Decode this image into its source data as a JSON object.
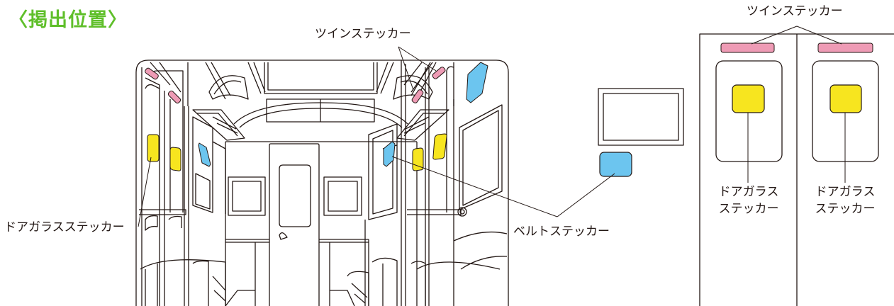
{
  "title": "〈掲出位置〉",
  "labels": {
    "twin_sticker_interior": "ツインステッカー",
    "twin_sticker_door": "ツインステッカー",
    "door_glass_sticker": "ドアガラスステッカー",
    "belt_sticker": "ベルトステッカー",
    "door_glass_left_line1": "ドアガラス",
    "door_glass_left_line2": "ステッカー",
    "door_glass_right_line1": "ドアガラス",
    "door_glass_right_line2": "ステッカー"
  },
  "colors": {
    "title": "#5fbf2a",
    "twin_sticker": "#ee9bb5",
    "door_glass_sticker": "#f7e51f",
    "belt_sticker": "#6cc5ef",
    "line": "#231815"
  }
}
